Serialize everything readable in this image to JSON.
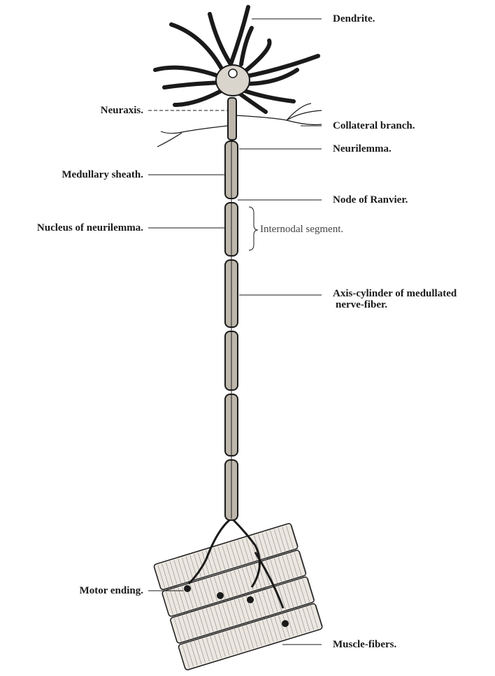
{
  "labels": {
    "dendrite": "Dendrite.",
    "neuraxis": "Neuraxis.",
    "collateral": "Collateral branch.",
    "neurilemma": "Neurilemma.",
    "medullary": "Medullary sheath.",
    "ranvier": "Node of Ranvier.",
    "nucleus": "Nucleus of neurilemma.",
    "internodal": "Internodal segment.",
    "axis_line1": "Axis-cylinder of medullated",
    "axis_line2": "nerve-fiber.",
    "motor": "Motor ending.",
    "muscle": "Muscle-fibers."
  },
  "colors": {
    "ink": "#1a1a1a",
    "muscle_fill": "#ece7e0",
    "soma_fill": "#d9d4cc"
  }
}
